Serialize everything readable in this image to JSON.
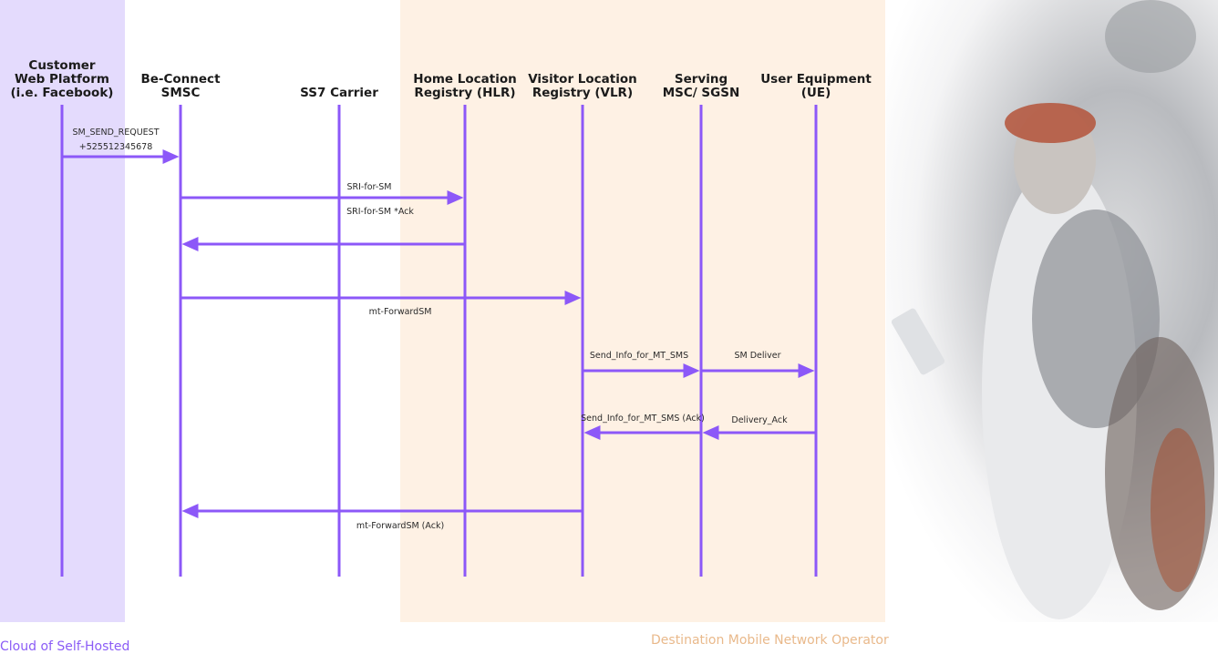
{
  "actors": [
    {
      "label": "Customer\nWeb Platform\n(i.e. Facebook)"
    },
    {
      "label": "Be-Connect\nSMSC"
    },
    {
      "label": "SS7 Carrier"
    },
    {
      "label": "Home Location\nRegistry (HLR)"
    },
    {
      "label": "Visitor Location\nRegistry (VLR)"
    },
    {
      "label": "Serving\nMSC/ SGSN"
    },
    {
      "label": "User Equipment\n(UE)"
    }
  ],
  "messages": [
    {
      "from": 0,
      "to": 1,
      "label": [
        "SM_SEND_REQUEST",
        "+525512345678"
      ]
    },
    {
      "from": 1,
      "to": 3,
      "label": [
        "SRI-for-SM"
      ]
    },
    {
      "from": 3,
      "to": 1,
      "label": [
        "SRI-for-SM *Ack"
      ]
    },
    {
      "from": 1,
      "to": 4,
      "label": [
        "mt-ForwardSM"
      ]
    },
    {
      "from": 4,
      "to": 5,
      "label": [
        "Send_Info_for_MT_SMS"
      ]
    },
    {
      "from": 5,
      "to": 6,
      "label": [
        "SM Deliver"
      ]
    },
    {
      "from": 5,
      "to": 4,
      "label": [
        "Send_Info_for_MT_SMS (Ack)"
      ]
    },
    {
      "from": 6,
      "to": 5,
      "label": [
        "Delivery_Ack"
      ]
    },
    {
      "from": 4,
      "to": 1,
      "label": [
        "mt-ForwardSM (Ack)"
      ]
    }
  ],
  "footer": {
    "cloud": "Cloud of Self-Hosted",
    "dmno": "Destination Mobile Network Operator"
  },
  "colors": {
    "line": "#8c58f8",
    "cloud_band": "#e4dbfd",
    "dmno_band": "#fef1e4"
  }
}
